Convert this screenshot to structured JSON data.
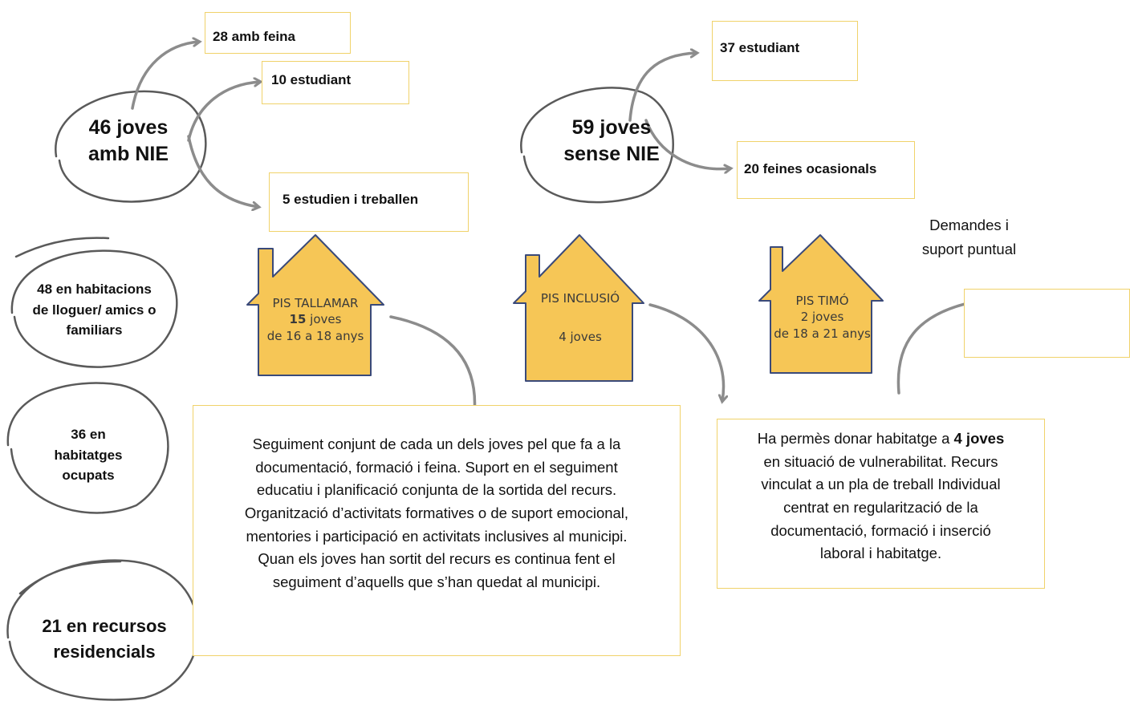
{
  "groups": {
    "nie": {
      "label_line1": "46 joves",
      "label_line2": "amb NIE"
    },
    "sense_nie": {
      "label_line1": "59 joves",
      "label_line2": "sense NIE"
    }
  },
  "outcomes": {
    "feina": "28 amb feina",
    "estudiant_nie": "10 estudiant",
    "estudien_treballen": "5 estudien i treballen",
    "estudiant_sense": "37 estudiant",
    "feines_ocasionals": "20 feines ocasionals"
  },
  "housing_status": {
    "habitacions_line1": "48 en habitacions",
    "habitacions_line2": "de lloguer/ amics o",
    "habitacions_line3": "familiars",
    "ocupats_line1": "36 en",
    "ocupats_line2": "habitatges",
    "ocupats_line3": "ocupats",
    "residencials_line1": "21 en recursos",
    "residencials_line2": "residencials"
  },
  "houses": {
    "tallamar": {
      "title": "PIS TALLAMAR",
      "count": "15",
      "count_suffix": " joves",
      "ages": "de 16 a 18 anys"
    },
    "inclusio": {
      "title": "PIS INCLUSIÓ",
      "count": "4 joves"
    },
    "timo": {
      "title": "PIS TIMÓ",
      "count": "2 joves",
      "ages": "de 18 a 21 anys"
    }
  },
  "support_note": {
    "line1": "Demandes i",
    "line2": "suport puntual"
  },
  "descriptions": {
    "tallamar": {
      "line1": "Seguiment conjunt de cada un dels joves pel que fa a la",
      "line2": "documentació, formació i feina. Suport en el seguiment",
      "line3": "educatiu i planificació conjunta de la sortida del recurs.",
      "line4": "Organització d’activitats formatives o de suport emocional,",
      "line5": "mentories i participació en activitats inclusives al municipi.",
      "line6": "Quan els joves han sortit del recurs es continua fent el",
      "line7": "seguiment d’aquells que s’han quedat al municipi."
    },
    "inclusio": {
      "line1_pre": "Ha permès donar habitatge a ",
      "line1_bold": "4 joves",
      "line2": "en situació de vulnerabilitat. Recurs",
      "line3": "vinculat a un pla de treball Individual",
      "line4": "centrat en regularització de la",
      "line5": "documentació, formació i inserció",
      "line6": "laboral i habitatge."
    }
  },
  "colors": {
    "house_fill": "#f6c656",
    "house_stroke": "#3a4a7a",
    "box_border": "#f0d26a",
    "stroke_gray": "#8c8c8c"
  }
}
